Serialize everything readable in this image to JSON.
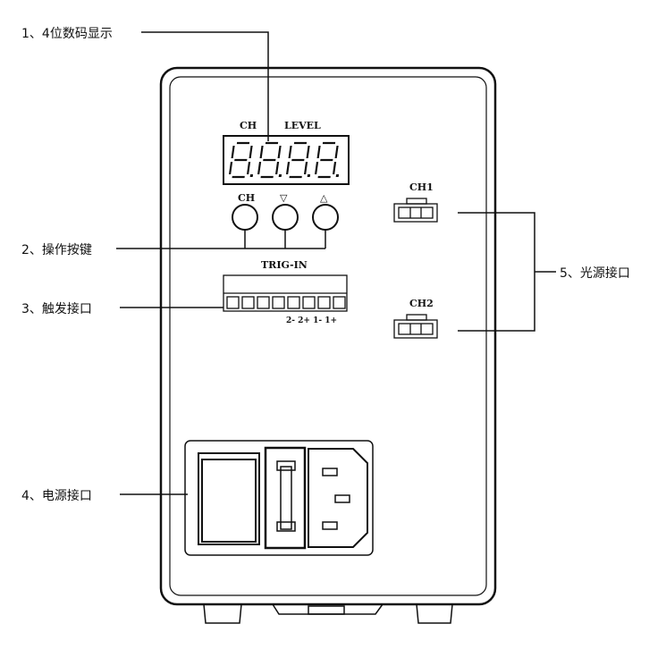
{
  "callouts": {
    "display": "1、4位数码显示",
    "buttons": "2、操作按键",
    "trigger": "3、触发接口",
    "power": "4、电源接口",
    "light_source": "5、光源接口"
  },
  "panel": {
    "ch_label": "CH",
    "level_label": "LEVEL",
    "button_labels": [
      "CH",
      "▽",
      "△"
    ],
    "trig_label": "TRIG-IN",
    "trig_pins": "2- 2+ 1- 1+",
    "ch1_label": "CH1",
    "ch2_label": "CH2"
  }
}
